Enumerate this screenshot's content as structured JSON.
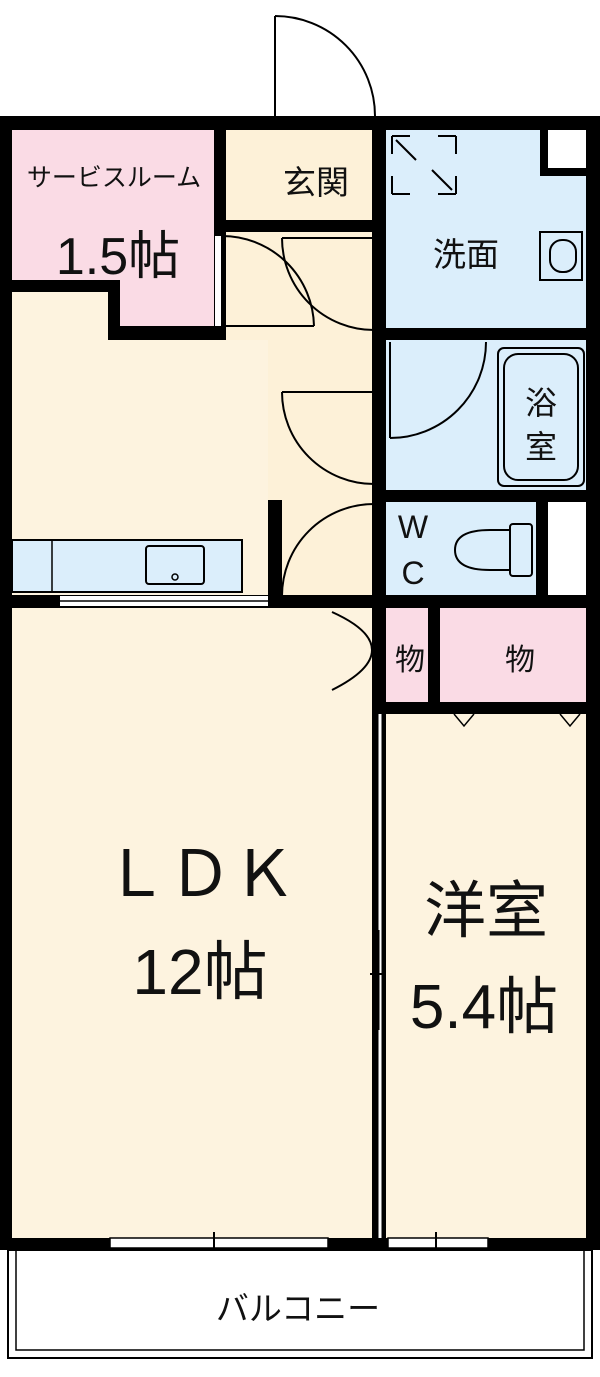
{
  "rooms": {
    "service_room": {
      "name": "サービスルーム",
      "size": "1.5帖"
    },
    "entrance": {
      "name": "玄関"
    },
    "washroom": {
      "name": "洗面"
    },
    "bathroom": {
      "line1": "浴",
      "line2": "室"
    },
    "toilet": {
      "line1": "W",
      "line2": "C"
    },
    "storage_small": {
      "name": "物"
    },
    "storage_large": {
      "name": "物"
    },
    "ldk": {
      "name": "ＬＤＫ",
      "size": "12帖"
    },
    "western_room": {
      "name": "洋室",
      "size": "5.4帖"
    },
    "balcony": {
      "name": "バルコニー"
    }
  },
  "colors": {
    "wall": "#000000",
    "service_room": "#fadbe5",
    "entrance": "#fdf1d8",
    "hall": "#fdf1d8",
    "washroom": "#dbeefb",
    "bathroom": "#dbeefb",
    "toilet": "#dbeefb",
    "storage": "#fadbe5",
    "ldk": "#fdf3df",
    "western_room": "#fdf3df",
    "kitchen_counter": "#dbeefb",
    "balcony": "#ffffff"
  }
}
